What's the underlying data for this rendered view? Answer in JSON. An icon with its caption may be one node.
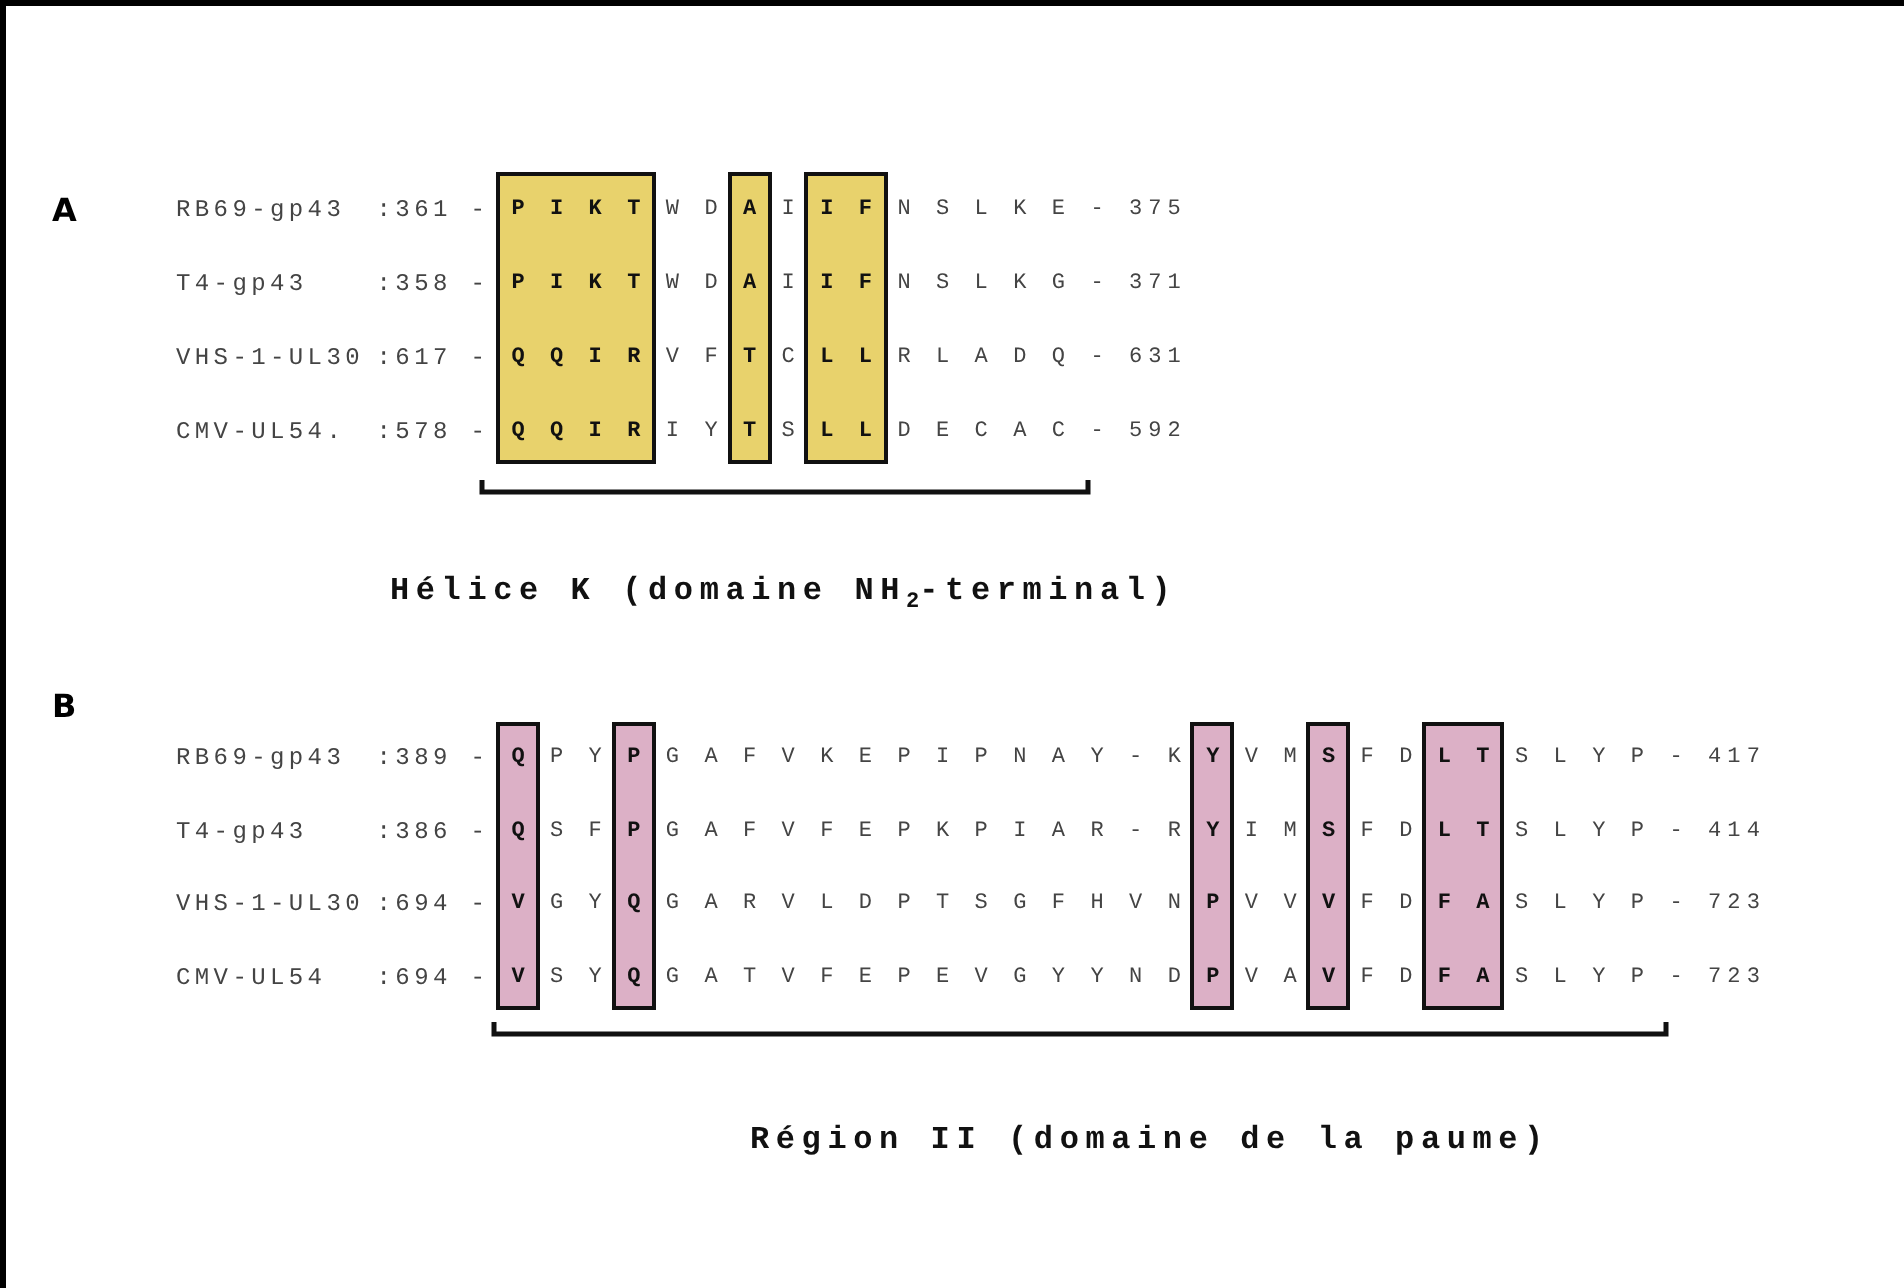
{
  "diagram": {
    "nodes": [
      {
        "text": [
          "P I K T",
          "P I K T",
          "Q Q I R",
          "Q Q I R"
        ]
      },
      {
        "text": [
          "A",
          "A",
          "T",
          "T"
        ]
      },
      {
        "text": [
          "I F",
          "I F",
          "L L",
          "L L"
        ]
      },
      {
        "text": [
          "Q",
          "Q",
          "V",
          "V"
        ]
      },
      {
        "text": [
          "P",
          "P",
          "Q",
          "Q"
        ]
      },
      {
        "text": [
          "Y",
          "Y",
          "P",
          "P"
        ]
      },
      {
        "text": [
          "S",
          "S",
          "V",
          "V"
        ]
      },
      {
        "text": [
          "L T",
          "L T",
          "F A",
          "F A"
        ]
      }
    ],
    "labels": [
      "A",
      "RB69-gp43",
      ":361 -",
      "W D",
      "I",
      "N S L K E - 375",
      "T4-gp43",
      ":358 -",
      "W D",
      "I",
      "N S L K G - 371",
      "VHS-1-UL30",
      ":617 -",
      "V F",
      "C",
      "R L A D Q - 631",
      "CMV-UL54.",
      ":578 -",
      "I Y",
      "S",
      "D E C A C - 592",
      "Hélice K (domaine NH$_{2}$-terminal)",
      "B",
      "RB69-gp43",
      ":389 -",
      "P Y",
      "G A F V K E P I P N A Y - K",
      "V M",
      "F D",
      "S L Y P - 417",
      "T4-gp43",
      ":386 -",
      "S F",
      "G A F V F E P K P I A R - R",
      "I M",
      "F D",
      "S L Y P - 414",
      "VHS-1-UL30",
      ":694 -",
      "G Y",
      "G A R V L D P T S G F H V N",
      "V V",
      "F D",
      "S L Y P - 723",
      "CMV-UL54",
      ":694 -",
      "S Y",
      "G A T V F E P E V G Y Y N D",
      "V A",
      "F D",
      "S L Y P - 723",
      "Région II (domaine de la paume)"
    ]
  }
}
